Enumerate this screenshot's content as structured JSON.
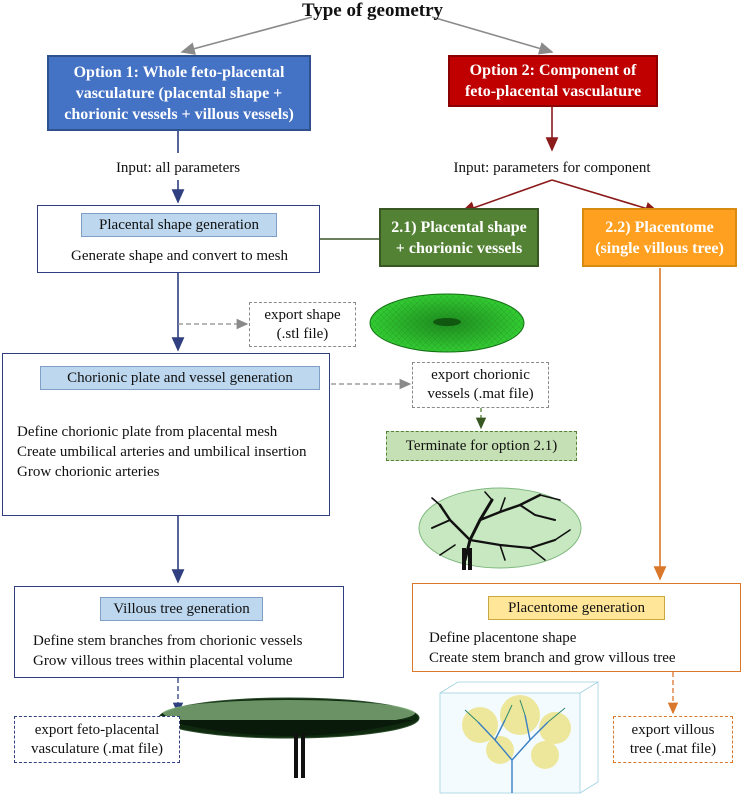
{
  "title": "Type of geometry",
  "option1": {
    "line1": "Option 1: Whole feto-placental",
    "line2": "vasculature (placental shape +",
    "line3": "chorionic vessels + villous vessels)"
  },
  "option2": {
    "line1": "Option 2: Component of",
    "line2": "feto-placental vasculature"
  },
  "input_all": "Input: all parameters",
  "input_component": "Input: parameters for component",
  "option2_1": {
    "line1": "2.1) Placental shape",
    "line2": "+ chorionic vessels"
  },
  "option2_2": {
    "line1": "2.2) Placentome",
    "line2": "(single villous tree)"
  },
  "shape_gen": {
    "label": "Placental shape generation",
    "text": "Generate shape and convert to mesh"
  },
  "export_shape": {
    "line1": "export shape",
    "line2": "(.stl file)"
  },
  "chorionic_gen": {
    "label": "Chorionic plate and vessel generation",
    "lines": [
      "Define chorionic plate from placental mesh",
      "Create umbilical arteries and umbilical insertion",
      "Grow chorionic arteries"
    ]
  },
  "export_chorionic": {
    "line1": "export chorionic",
    "line2": "vessels (.mat file)"
  },
  "terminate": "Terminate for option 2.1)",
  "villous_gen": {
    "label": "Villous tree generation",
    "lines": [
      "Define stem branches from chorionic vessels",
      "Grow villous trees within placental volume"
    ]
  },
  "placentome_gen": {
    "label": "Placentome generation",
    "lines": [
      "Define placentone shape",
      "Create stem branch and grow villous tree"
    ]
  },
  "export_feto": {
    "line1": "export feto-placental",
    "line2": "vasculature (.mat file)"
  },
  "export_villous": {
    "line1": "export villous",
    "line2": "tree (.mat file)"
  },
  "colors": {
    "blue": "#4472c4",
    "red": "#c00000",
    "green": "#548235",
    "orange": "#ffa020",
    "navy": "#2f3f7f",
    "dark_red": "#8b1a1a",
    "brown_orange": "#d9772b",
    "gray": "#8a8a8a"
  }
}
